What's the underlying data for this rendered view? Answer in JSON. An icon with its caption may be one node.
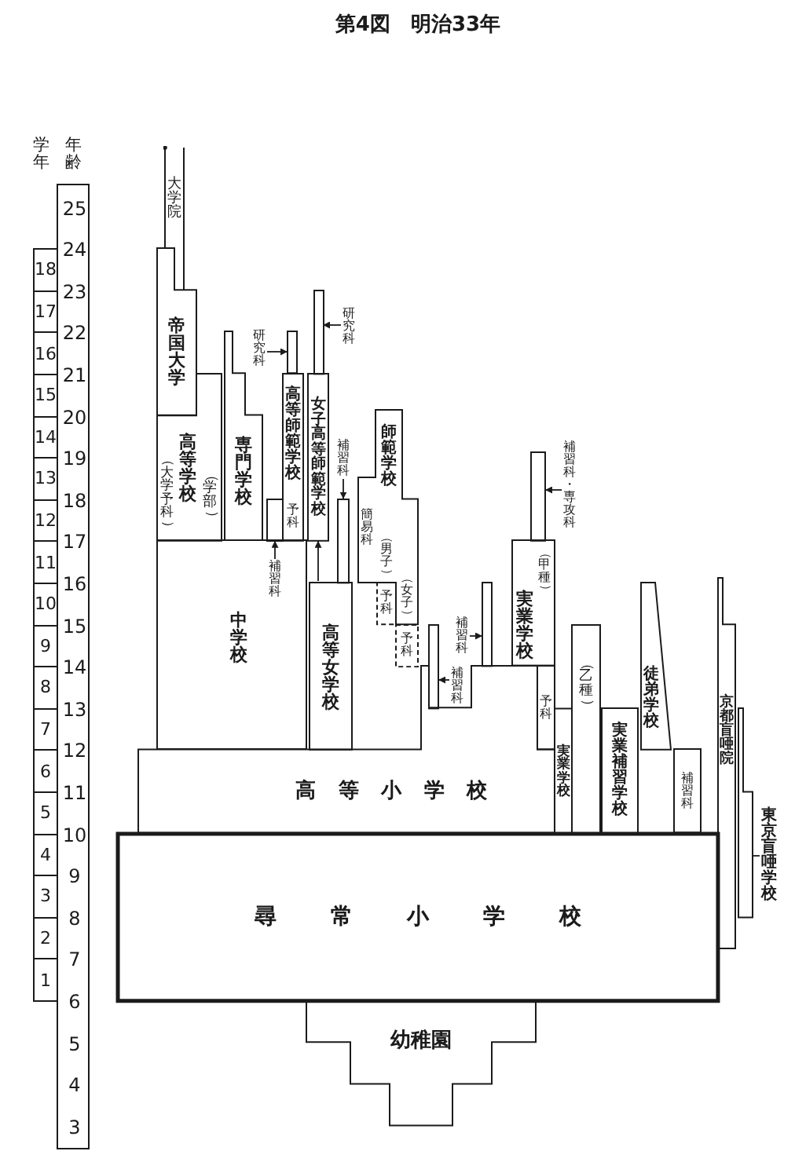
{
  "diagram": {
    "title": "第4図　明治33年",
    "nodes": [
      {
        "text": [
          "大学院"
        ]
      },
      {
        "text": [
          "帝国大学"
        ]
      },
      {
        "text": [
          "高等学校",
          "（大学予科）",
          "（学部）"
        ]
      },
      {
        "text": [
          "専門学校"
        ]
      },
      {
        "text": [
          "研究科"
        ]
      },
      {
        "text": [],
        "shape": "bar"
      },
      {
        "text": [
          "高等師範学校",
          "予科"
        ]
      },
      {
        "text": [
          "研究科"
        ]
      },
      {
        "text": [],
        "shape": "bar"
      },
      {
        "text": [
          "女子高等師範学校"
        ]
      },
      {
        "text": [
          "補習科"
        ]
      },
      {
        "text": [],
        "shape": "bar"
      },
      {
        "text": [
          "師範学校",
          "簡易科",
          "（男子）",
          "（女子）"
        ]
      },
      {
        "text": [
          "予科"
        ]
      },
      {
        "text": [
          "予科"
        ]
      },
      {
        "text": [],
        "shape": "bar"
      },
      {
        "text": [
          "中学校"
        ]
      },
      {
        "text": [
          "補習科"
        ],
        "in": 16
      },
      {
        "text": [
          "高等女学校"
        ]
      },
      {
        "text": [
          "補習科・専攻科"
        ]
      },
      {
        "text": [],
        "shape": "bar"
      },
      {
        "text": [
          "（甲種）",
          "実業学校"
        ]
      },
      {
        "text": [
          "補習科"
        ]
      },
      {
        "text": [],
        "shape": "bar"
      },
      {
        "text": [
          "補習科"
        ]
      },
      {
        "text": [],
        "shape": "bar"
      },
      {
        "text": [
          "予科"
        ]
      },
      {
        "text": [
          "（乙種）",
          "実業学校"
        ]
      },
      {
        "text": [
          "徒弟学校"
        ]
      },
      {
        "text": [
          "京都盲唖院"
        ]
      },
      {
        "text": [
          "実業補習学校"
        ]
      },
      {
        "text": [
          "補習科"
        ]
      },
      {
        "text": [
          "東京盲唖学校"
        ]
      },
      {
        "text": [],
        "shape": "bar"
      },
      {
        "text": [
          "高等小学校"
        ]
      },
      {
        "text": [
          "尋常小学校"
        ]
      },
      {
        "text": [
          "幼稚園"
        ]
      }
    ],
    "edges": [
      {
        "from": 4,
        "to": 5,
        "arrow": "to"
      },
      {
        "from": 7,
        "to": 8,
        "arrow": "to"
      },
      {
        "from": 10,
        "to": 11,
        "arrow": "to"
      },
      {
        "from": 17,
        "to": 15,
        "arrow": "to"
      },
      {
        "from": 18,
        "to": 9,
        "arrow": "to"
      },
      {
        "from": 19,
        "to": 20,
        "arrow": "to"
      },
      {
        "from": 22,
        "to": 23,
        "arrow": "to"
      },
      {
        "from": 24,
        "to": 25,
        "arrow": "to"
      },
      {
        "from": 32,
        "to": 33,
        "arrow": "none"
      }
    ],
    "labels": [
      "学年",
      "年齢",
      "25",
      "24",
      "23",
      "22",
      "21",
      "20",
      "19",
      "18",
      "17",
      "16",
      "15",
      "14",
      "13",
      "12",
      "11",
      "10",
      "9",
      "8",
      "7",
      "6",
      "5",
      "4",
      "3",
      "18",
      "17",
      "16",
      "15",
      "14",
      "13",
      "12",
      "11",
      "10",
      "9",
      "8",
      "7",
      "6",
      "5",
      "4",
      "3",
      "2",
      "1"
    ]
  }
}
